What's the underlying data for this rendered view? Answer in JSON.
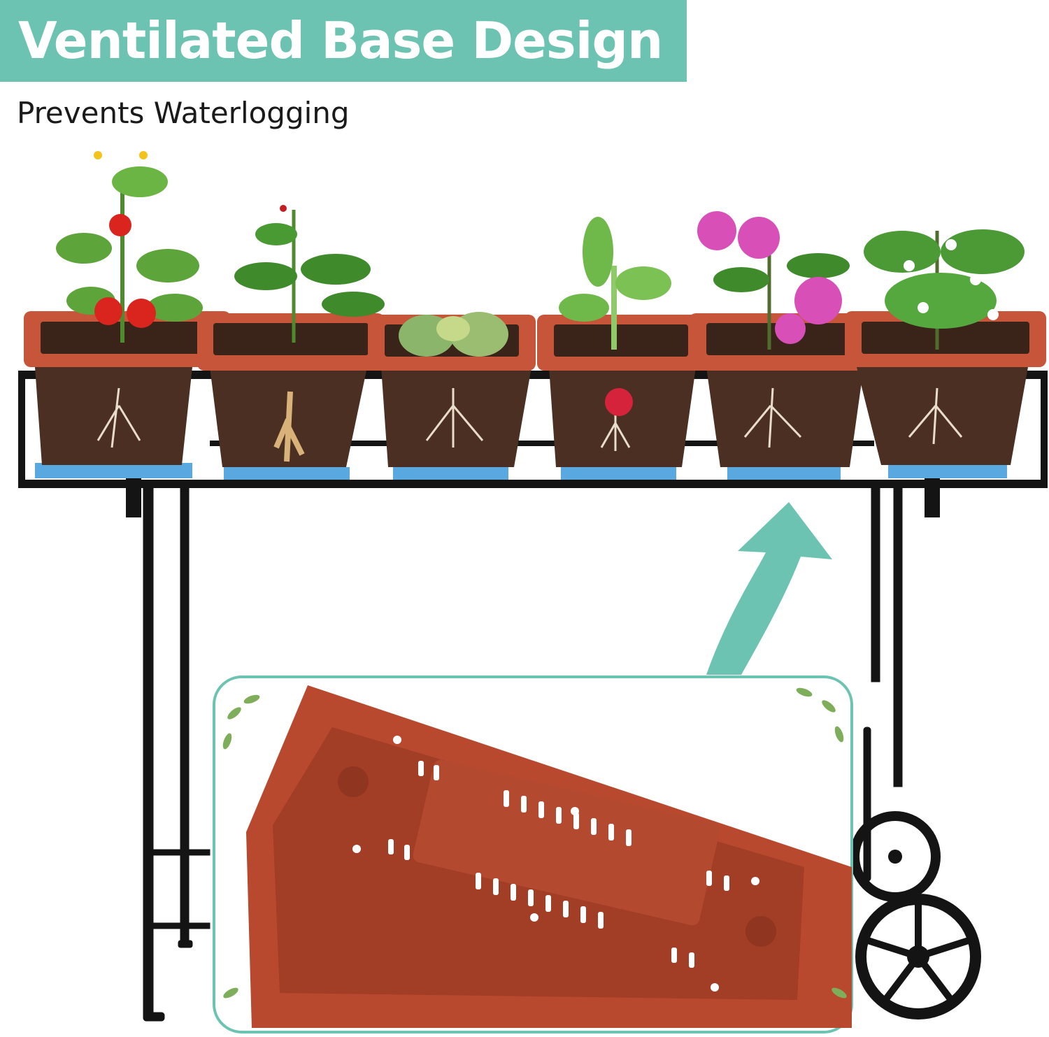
{
  "banner": {
    "title": "Ventilated Base Design",
    "subtitle": "Prevents Waterlogging",
    "background_color": "#6cc3b2",
    "title_color": "#ffffff"
  },
  "colors": {
    "planter": "#b8492f",
    "planter_rim": "#c7553a",
    "soil": "#4a2f22",
    "frame": "#141414",
    "water_tray": "#5aa8e0",
    "arrow": "#6cc3b2"
  },
  "product": {
    "planters": [
      {
        "plant": "tomato"
      },
      {
        "plant": "ginseng"
      },
      {
        "plant": "succulent"
      },
      {
        "plant": "radish"
      },
      {
        "plant": "azalea"
      },
      {
        "plant": "jasmine"
      }
    ],
    "wheel_icon": "wheel-icon"
  },
  "callout": {
    "subject": "planter-base-closeup",
    "icon": "arrow-up-icon"
  }
}
